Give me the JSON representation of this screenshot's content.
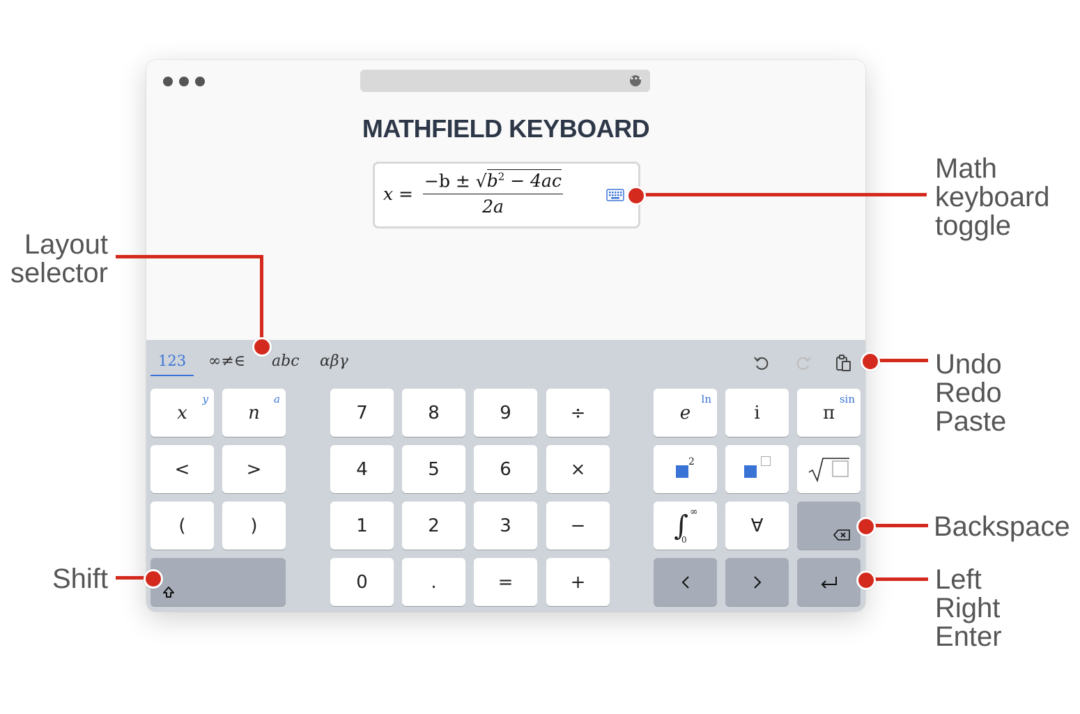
{
  "page": {
    "title": "MATHFIELD KEYBOARD"
  },
  "mathfield": {
    "lhs": "x =",
    "numerator_lead": "−b ± ",
    "radicand_b": "b",
    "radicand_exp": "2",
    "radicand_rest": " − 4ac",
    "denominator": "2a"
  },
  "layout_tabs": [
    {
      "label": "123",
      "active": true
    },
    {
      "label": "∞≠∈",
      "active": false
    },
    {
      "label": "abc",
      "active": false
    },
    {
      "label": "αβγ",
      "active": false
    }
  ],
  "toolbar_icons": [
    "undo-icon",
    "redo-icon",
    "paste-icon"
  ],
  "keys": {
    "x": "x",
    "x_aside": "y",
    "n": "n",
    "n_aside": "a",
    "lt": "<",
    "gt": ">",
    "lparen": "(",
    "rparen": ")",
    "d7": "7",
    "d8": "8",
    "d9": "9",
    "div": "÷",
    "d4": "4",
    "d5": "5",
    "d6": "6",
    "mul": "×",
    "d1": "1",
    "d2": "2",
    "d3": "3",
    "minus": "−",
    "d0": "0",
    "dot": ".",
    "eq": "=",
    "plus": "+",
    "e": "e",
    "e_aside": "ln",
    "i": "i",
    "pi": "π",
    "pi_aside": "sin",
    "square_exp": "2",
    "int_upper": "∞",
    "int_lower": "0",
    "forall": "∀"
  },
  "colors": {
    "accent": "#3a73d6",
    "annotation": "#d42a1e",
    "keyboard_bg": "#cfd4da",
    "dark_key": "#a6adb8"
  },
  "annotations": {
    "math_toggle": [
      "Math",
      "keyboard",
      "toggle"
    ],
    "layout_selector": [
      "Layout",
      "selector"
    ],
    "undo_redo_paste": [
      "Undo",
      "Redo",
      "Paste"
    ],
    "backspace": "Backspace",
    "shift": "Shift",
    "left_right_enter": [
      "Left",
      "Right",
      "Enter"
    ]
  }
}
